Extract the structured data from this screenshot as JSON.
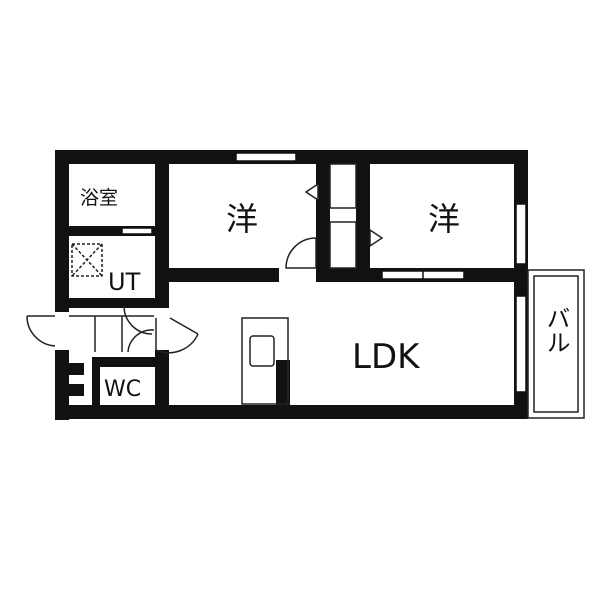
{
  "plan": {
    "rooms": {
      "bath": "浴室",
      "western_left": "洋",
      "western_right": "洋",
      "utility": "UT",
      "ldk": "LDK",
      "toilet": "WC",
      "balcony": "バル"
    },
    "colors": {
      "wall": "#111111",
      "background": "#ffffff",
      "fixture_line": "#222222",
      "window_fill": "#ffffff"
    }
  }
}
